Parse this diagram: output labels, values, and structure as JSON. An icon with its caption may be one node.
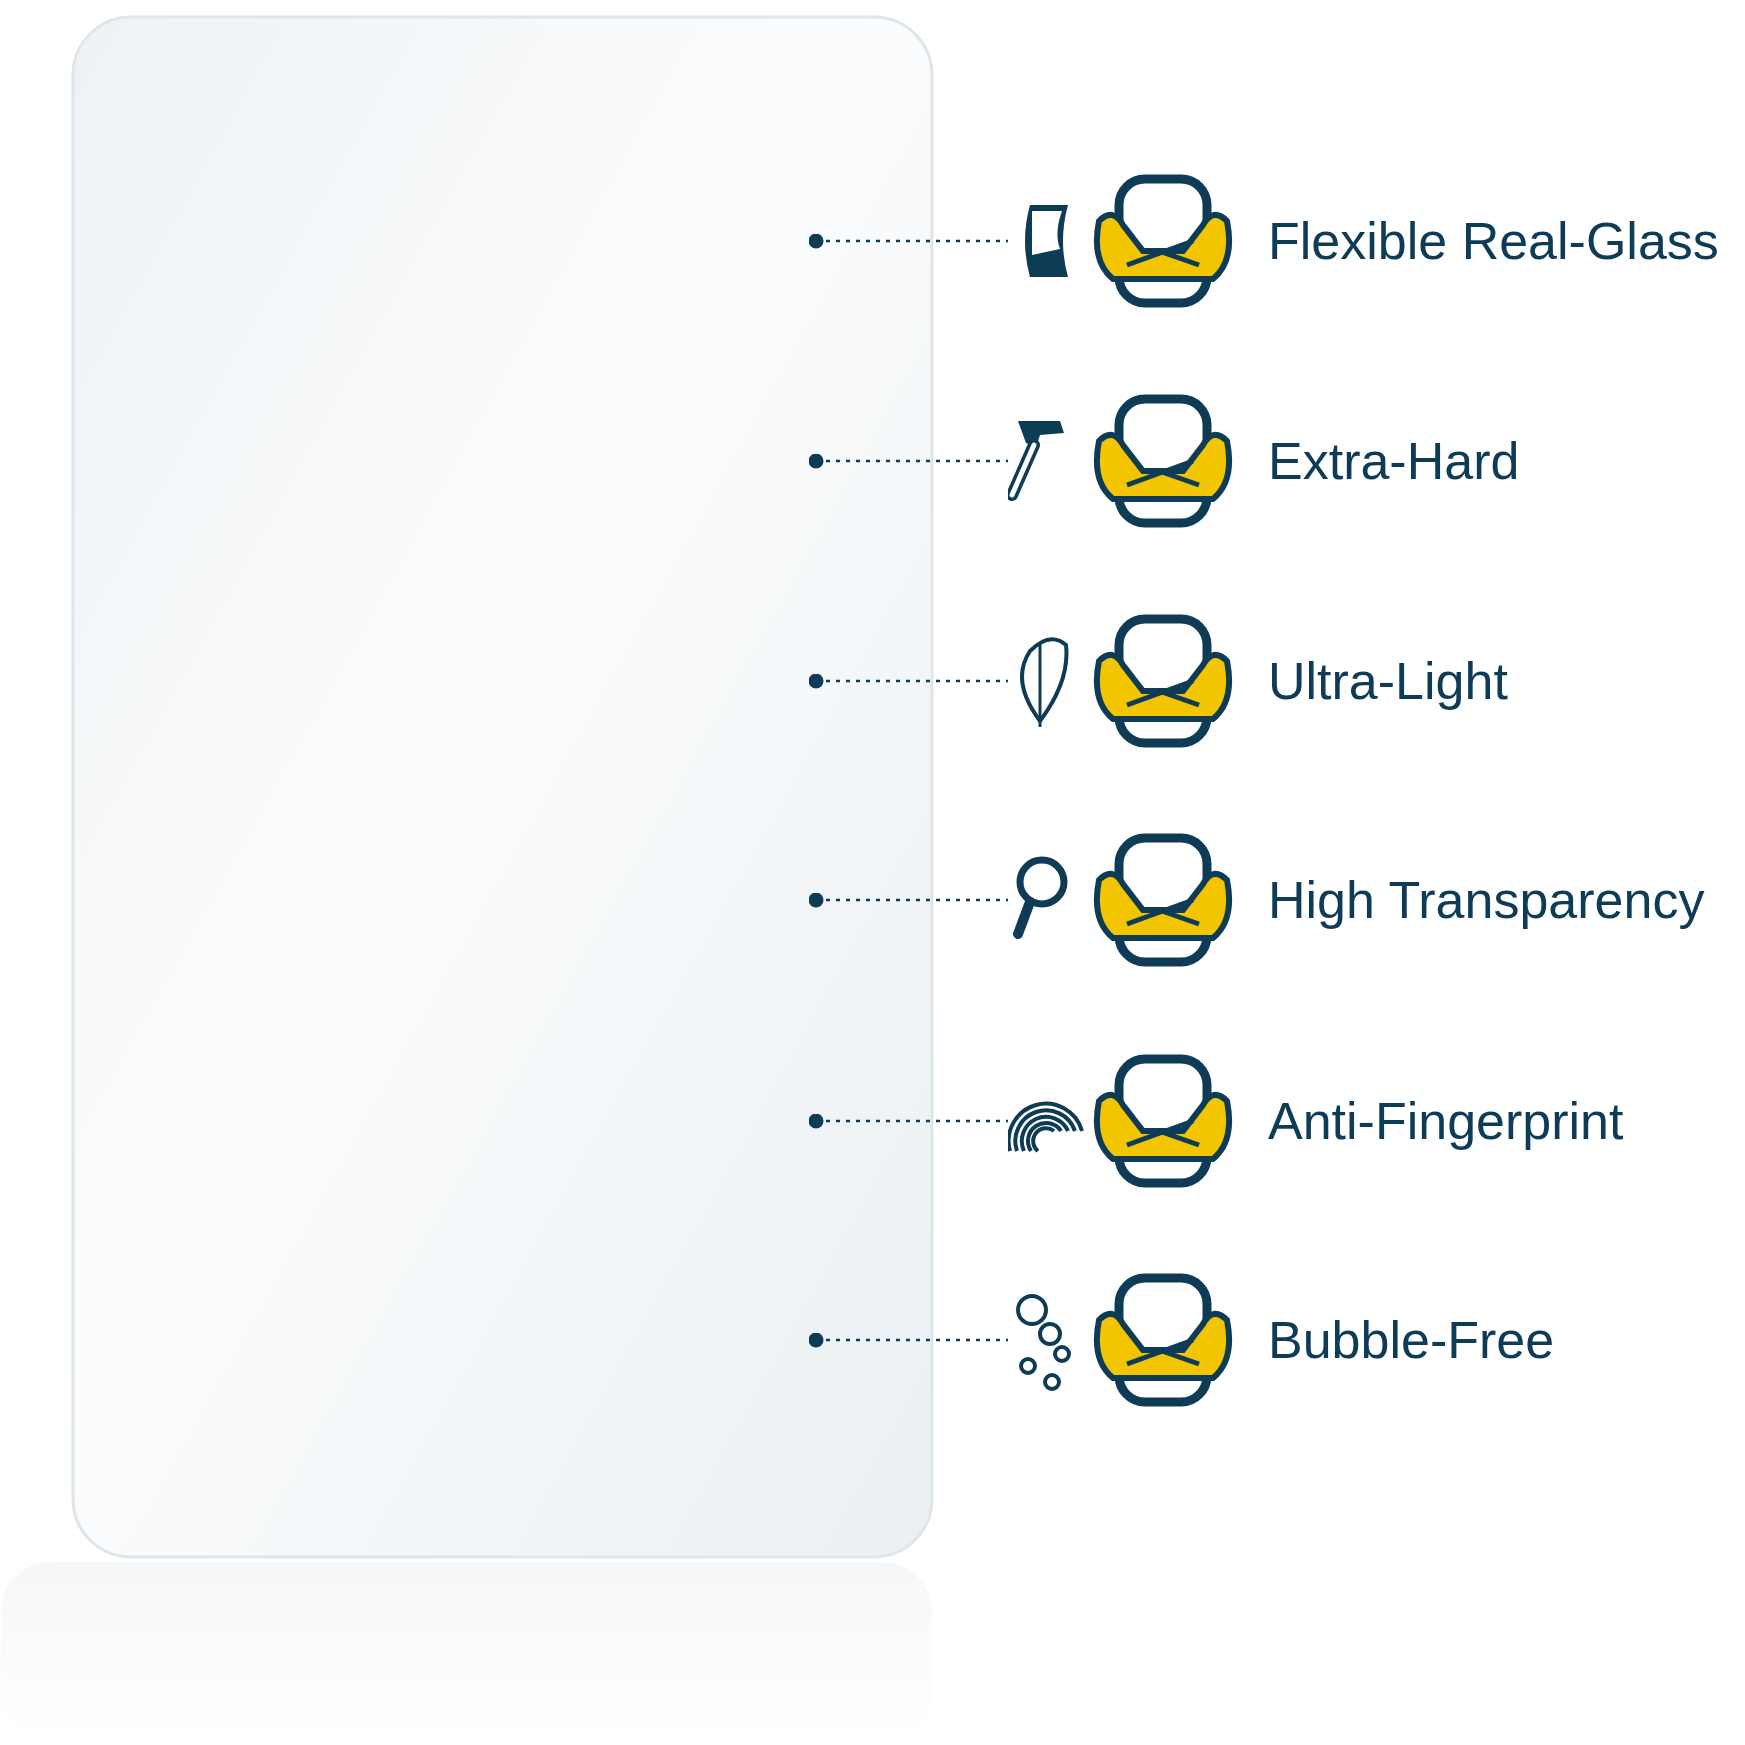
{
  "diagram": {
    "nodes": [
      {
        "text": [
          "Flexible Real-Glass"
        ]
      },
      {
        "text": [
          "Extra-Hard"
        ]
      },
      {
        "text": [
          "Ultra-Light"
        ]
      },
      {
        "text": [
          "High Transparency"
        ]
      },
      {
        "text": [
          "Anti-Fingerprint"
        ]
      },
      {
        "text": [
          "Bubble-Free"
        ]
      }
    ],
    "edges": [
      {
        "from": null,
        "to": 0,
        "arrow": "other",
        "style": "dashed"
      },
      {
        "from": null,
        "to": 1,
        "arrow": "other",
        "style": "dashed"
      },
      {
        "from": null,
        "to": 2,
        "arrow": "other",
        "style": "dashed"
      },
      {
        "from": null,
        "to": 3,
        "arrow": "other",
        "style": "dashed"
      },
      {
        "from": null,
        "to": 4,
        "arrow": "other",
        "style": "dashed"
      },
      {
        "from": null,
        "to": 5,
        "arrow": "other",
        "style": "dashed"
      }
    ]
  }
}
